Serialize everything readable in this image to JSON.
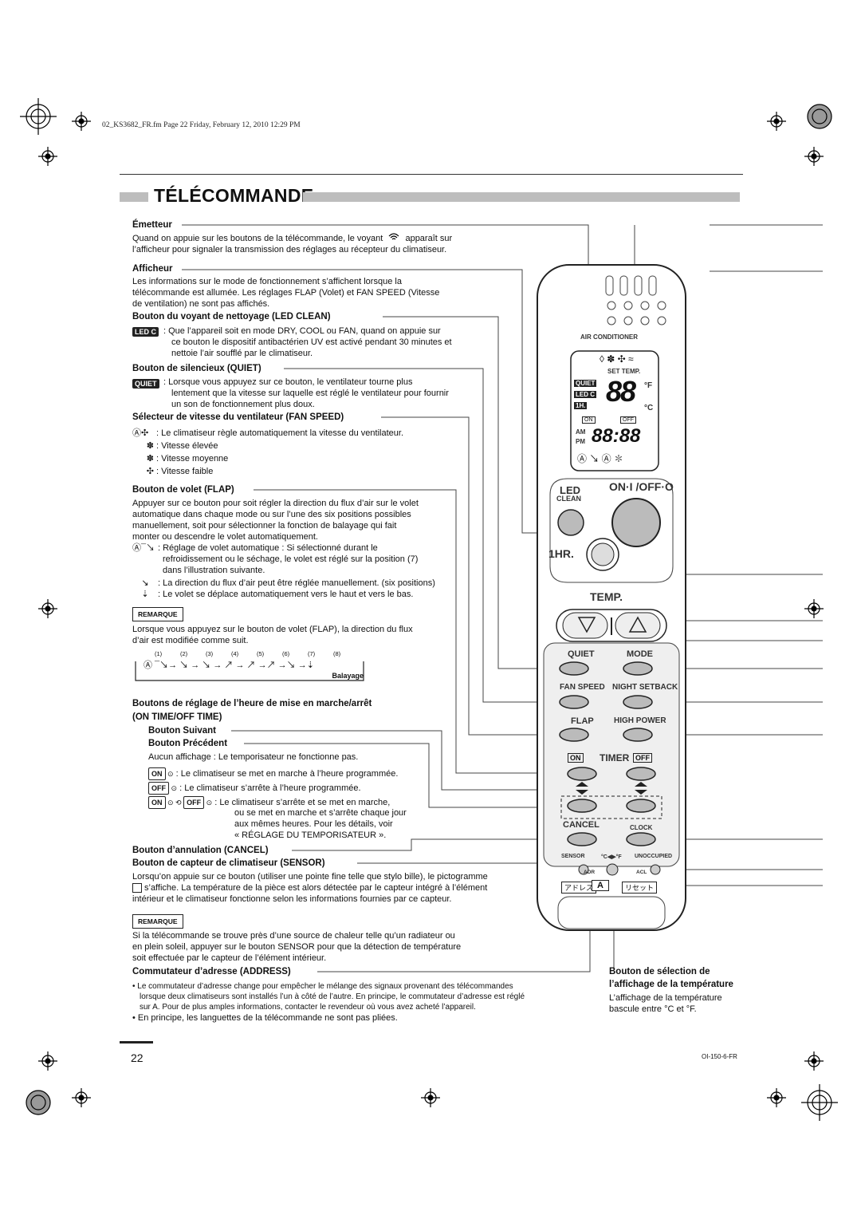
{
  "header_text": "02_KS3682_FR.fm  Page 22  Friday, February 12, 2010  12:29 PM",
  "title": "TÉLÉCOMMANDE",
  "emetteur": {
    "heading": "Émetteur",
    "text1": "Quand on appuie sur les boutons de la télécommande, le voyant",
    "text1b": "apparaît sur",
    "text2": "l’afficheur pour signaler la transmission des réglages au récepteur du climatiseur."
  },
  "afficheur": {
    "heading": "Afficheur",
    "text1": "Les informations sur le mode de fonctionnement s’affichent lorsque la",
    "text2": "télécommande est allumée. Les réglages FLAP (Volet) et FAN SPEED (Vitesse",
    "text3": "de ventilation) ne sont pas affichés."
  },
  "led_clean": {
    "heading": "Bouton du voyant de nettoyage (LED CLEAN)",
    "badge": "LED C",
    "text1": ": Que l’appareil soit en mode DRY, COOL ou FAN, quand on appuie sur",
    "text2": "ce bouton le dispositif antibactérien UV est activé pendant 30 minutes et",
    "text3": "nettoie l’air soufflé par le climatiseur."
  },
  "quiet": {
    "heading": "Bouton de silencieux (QUIET)",
    "badge": "QUIET",
    "text1": ": Lorsque vous appuyez sur ce bouton, le ventilateur tourne plus",
    "text2": "lentement que la vitesse sur laquelle est réglé le ventilateur pour fournir",
    "text3": "un son de fonctionnement plus doux."
  },
  "fan_speed": {
    "heading": "Sélecteur de vitesse du ventilateur (FAN SPEED)",
    "auto": ": Le climatiseur règle automatiquement la vitesse du ventilateur.",
    "high": ": Vitesse élevée",
    "medium": ": Vitesse moyenne",
    "low": ": Vitesse faible"
  },
  "flap": {
    "heading": "Bouton de volet (FLAP)",
    "text1": "Appuyer sur ce bouton pour soit régler la direction du flux d’air sur le volet",
    "text2": "automatique dans chaque mode ou sur l’une des six positions possibles",
    "text3": "manuellement, soit pour sélectionner la fonction de balayage qui fait",
    "text4": "monter ou descendre le volet automatiquement.",
    "auto1": ": Réglage de volet automatique : Si sélectionné durant le",
    "auto2": "refroidissement ou le séchage, le volet est réglé sur la position (7)",
    "auto3": "dans l’illustration suivante.",
    "manual": ":  La direction du flux d’air peut être réglée manuellement. (six positions)",
    "swing": ": Le volet se déplace automatiquement vers le haut et vers le bas."
  },
  "remarque1": {
    "label": "REMARQUE",
    "text1": "Lorsque vous appuyez sur le bouton de volet (FLAP), la direction du flux",
    "text2": "d’air est modifiée comme suit."
  },
  "sequence": {
    "numbers": [
      "(1)",
      "(2)",
      "(3)",
      "(4)",
      "(5)",
      "(6)",
      "(7)",
      "(8)"
    ],
    "balayage": "Balayage"
  },
  "timer": {
    "heading1": "Boutons de réglage de l’heure de mise en marche/arrêt",
    "heading2": "(ON TIME/OFF TIME)",
    "suivant": "Bouton Suivant",
    "precedent": "Bouton Précédent",
    "none": "Aucun affichage : Le temporisateur ne fonctionne pas.",
    "on_badge": "ON",
    "off_badge": "OFF",
    "on_text": ": Le climatiseur se met en marche à l’heure programmée.",
    "off_text": ": Le climatiseur s’arrête à l’heure programmée.",
    "both1": ": Le climatiseur s’arrête et se met en marche,",
    "both2": "ou se met en marche et s’arrête chaque jour",
    "both3": "aux mêmes heures. Pour les détails, voir",
    "both4": "« RÉGLAGE DU TEMPORISATEUR »."
  },
  "cancel": {
    "heading": "Bouton d’annulation (CANCEL)"
  },
  "sensor": {
    "heading": "Bouton de capteur de climatiseur (SENSOR)",
    "text1": "Lorsqu’on appuie sur ce bouton (utiliser une pointe fine telle que stylo bille), le pictogramme",
    "text2": "s’affiche. La température de la pièce est alors détectée par le capteur intégré à l’élément",
    "text3": "intérieur et le climatiseur fonctionne selon les informations fournies par ce capteur."
  },
  "remarque2": {
    "label": "REMARQUE",
    "text1": "Si la télécommande se trouve près d’une source de chaleur telle qu’un radiateur ou",
    "text2": "en plein soleil, appuyer sur le bouton SENSOR pour que la détection de température",
    "text3": "soit effectuée par le capteur de l’élément intérieur."
  },
  "address": {
    "heading": "Commutateur d’adresse (ADDRESS)",
    "b1_1": "Le commutateur d’adresse change pour empêcher le mélange des signaux provenant des télécommandes",
    "b1_2": "lorsque deux climatiseurs sont installés l’un à côté de l’autre. En principe, le commutateur d’adresse est réglé",
    "b1_3": "sur A. Pour de plus amples informations, contacter le revendeur où vous avez acheté l’appareil.",
    "b2": "En principe, les languettes de la télécommande ne sont pas pliées."
  },
  "temp_select": {
    "heading1": "Bouton de sélection de",
    "heading2": "l’affichage de la température",
    "text1": "L’affichage de la température",
    "text2": "bascule entre °C et °F."
  },
  "remote": {
    "air_conditioner": "AIR CONDITIONER",
    "set_temp": "SET TEMP.",
    "lcd_quiet": "QUIET",
    "lcd_ledc": "LED C",
    "lcd_1h": "1H.",
    "lcd_temp": "88",
    "lcd_f": "°F",
    "lcd_c": "°C",
    "lcd_on": "ON",
    "lcd_off": "OFF",
    "lcd_am": "AM",
    "lcd_pm": "PM",
    "lcd_time": "88:88",
    "led": "LED",
    "clean": "CLEAN",
    "onoff": "ON·I /OFF·O",
    "hr1": "1HR.",
    "temp": "TEMP.",
    "quiet": "QUIET",
    "mode": "MODE",
    "fan_speed": "FAN SPEED",
    "night_setback": "NIGHT SETBACK",
    "flap": "FLAP",
    "high_power": "HIGH POWER",
    "timer_on": "ON",
    "timer": "TIMER",
    "timer_off": "OFF",
    "cancel": "CANCEL",
    "clock": "CLOCK",
    "sensor": "SENSOR",
    "cf": "°C◀▶°F",
    "unoccupied": "UNOCCUPIED",
    "adr": "ADR",
    "acl": "ACL",
    "adoresu": "アドレス",
    "a": "A",
    "reset": "リセット"
  },
  "page_number": "22",
  "doc_code": "OI-150-6-FR"
}
